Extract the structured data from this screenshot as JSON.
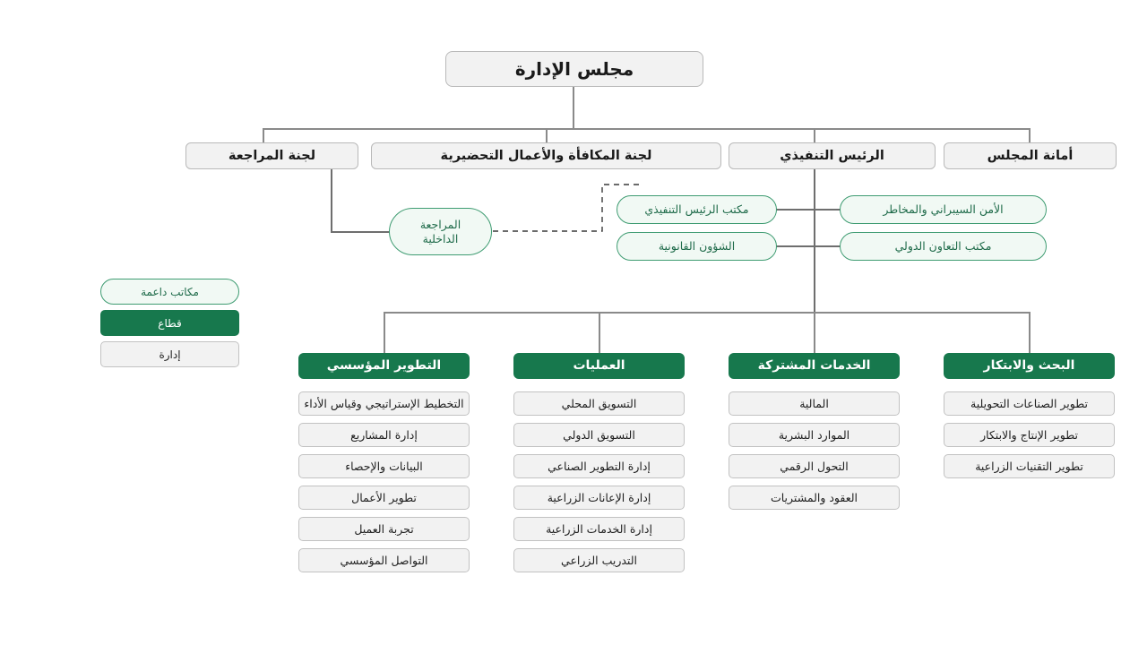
{
  "chart": {
    "title_node": {
      "label": "مجلس الإدارة"
    },
    "level2": [
      {
        "id": "audit-committee",
        "label": "لجنة المراجعة"
      },
      {
        "id": "remuneration-committee",
        "label": "لجنة المكافأة والأعمال التحضيرية"
      },
      {
        "id": "chief-executive-officer",
        "label": "الرئيس التنفيذي"
      },
      {
        "id": "board-secretariat",
        "label": "أمانة المجلس"
      }
    ],
    "support_offices": [
      {
        "id": "internal-audit",
        "label": "المراجعة\nالداخلية"
      },
      {
        "id": "ceo-office",
        "label": "مكتب الرئيس التنفيذي"
      },
      {
        "id": "legal-affairs",
        "label": "الشؤون القانونية"
      },
      {
        "id": "cybersecurity-risk",
        "label": "الأمن السيبراني والمخاطر"
      },
      {
        "id": "international-cooperation-office",
        "label": "مكتب التعاون الدولي"
      }
    ],
    "legend": [
      {
        "id": "support-offices",
        "label": "مكاتب داعمة",
        "type": "support",
        "color": "#3f9c72"
      },
      {
        "id": "sector",
        "label": "قطاع",
        "type": "sector",
        "color": "#17784d"
      },
      {
        "id": "department",
        "label": "إدارة",
        "type": "department",
        "color": "#f2f2f2"
      }
    ],
    "sectors": [
      {
        "id": "institutional-development",
        "label": "التطوير المؤسسي",
        "departments": [
          "التخطيط الإستراتيجي وقياس الأداء",
          "إدارة المشاريع",
          "البيانات والإحصاء",
          "تطوير الأعمال",
          "تجربة العميل",
          "التواصل المؤسسي"
        ]
      },
      {
        "id": "operations",
        "label": "العمليات",
        "departments": [
          "التسويق المحلي",
          "التسويق الدولي",
          "إدارة التطوير الصناعي",
          "إدارة الإعانات الزراعية",
          "إدارة الخدمات الزراعية",
          "التدريب الزراعي"
        ]
      },
      {
        "id": "shared-services",
        "label": "الخدمات المشتركة",
        "departments": [
          "المالية",
          "الموارد البشرية",
          "التحول الرقمي",
          "العقود والمشتريات"
        ]
      },
      {
        "id": "research-innovation",
        "label": "البحث والابتكار",
        "departments": [
          "تطوير الصناعات التحويلية",
          "تطوير الإنتاج والابتكار",
          "تطوير التقنيات الزراعية"
        ]
      }
    ]
  }
}
